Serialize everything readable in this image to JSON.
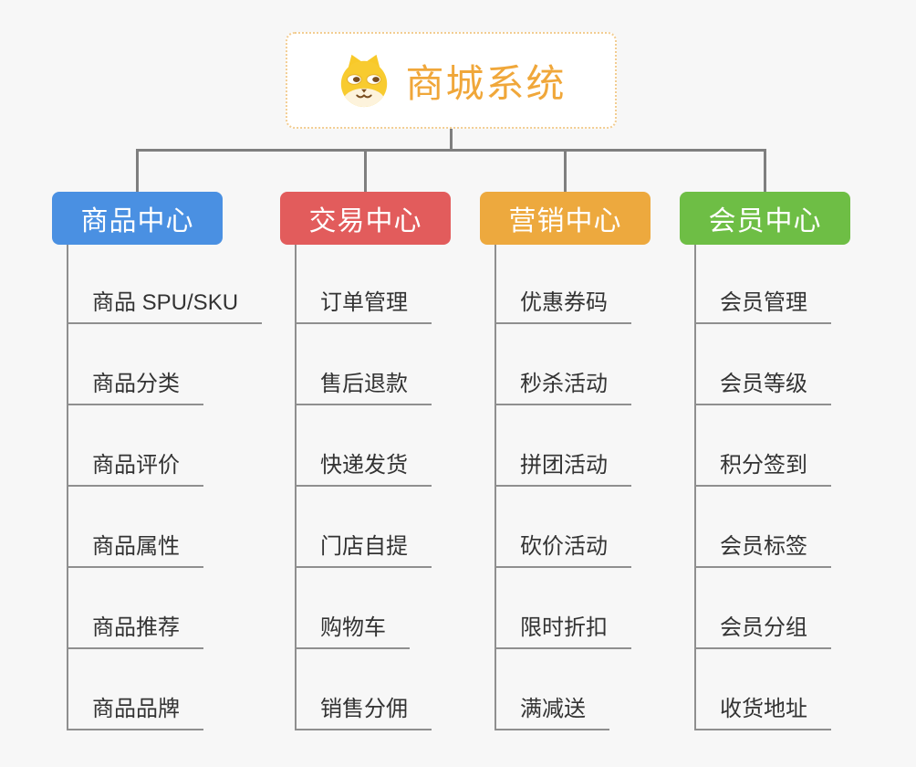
{
  "colors": {
    "background": "#F7F7F7",
    "connector": "#7F7F7F",
    "leaf_line": "#8F8F8F",
    "leaf_text": "#333333",
    "header_text": "#FFFFFF",
    "root_title": "#F0A73A",
    "root_border": "#F2CD92"
  },
  "root": {
    "title": "商城系统",
    "icon": "dog-face-icon"
  },
  "branches": [
    {
      "label": "商品中心",
      "color": "#4A90E2",
      "children": [
        "商品 SPU/SKU",
        "商品分类",
        "商品评价",
        "商品属性",
        "商品推荐",
        "商品品牌"
      ]
    },
    {
      "label": "交易中心",
      "color": "#E25C5C",
      "children": [
        "订单管理",
        "售后退款",
        "快递发货",
        "门店自提",
        "购物车",
        "销售分佣"
      ]
    },
    {
      "label": "营销中心",
      "color": "#EDA93E",
      "children": [
        "优惠券码",
        "秒杀活动",
        "拼团活动",
        "砍价活动",
        "限时折扣",
        "满减送"
      ]
    },
    {
      "label": "会员中心",
      "color": "#6EBE45",
      "children": [
        "会员管理",
        "会员等级",
        "积分签到",
        "会员标签",
        "会员分组",
        "收货地址"
      ]
    }
  ]
}
